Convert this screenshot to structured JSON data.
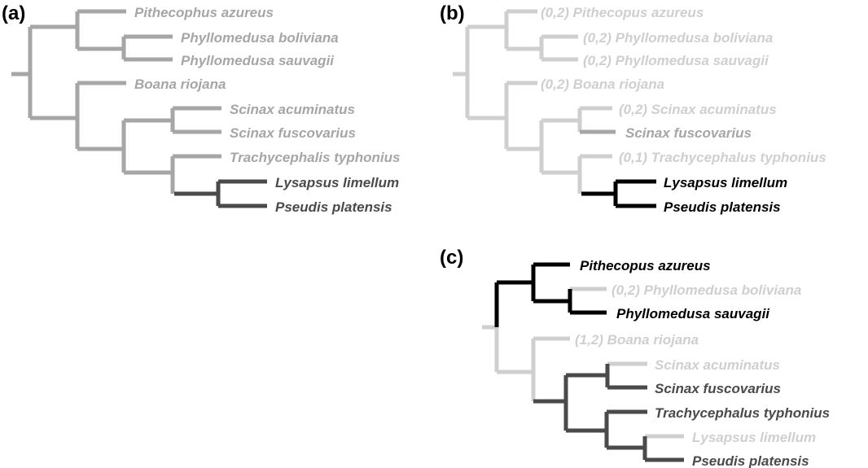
{
  "colors": {
    "mid_gray": "#a6a6a6",
    "light_gray": "#cfcfcf",
    "dark_gray": "#4a4a4a",
    "black": "#000000"
  },
  "panels": [
    {
      "label": "(a)",
      "tips": [
        {
          "text": "Pithecophus azureus",
          "tone": "mid"
        },
        {
          "text": "Phyllomedusa boliviana",
          "tone": "mid"
        },
        {
          "text": "Phyllomedusa sauvagii",
          "tone": "mid"
        },
        {
          "text": "Boana riojana",
          "tone": "mid"
        },
        {
          "text": "Scinax acuminatus",
          "tone": "mid"
        },
        {
          "text": "Scinax fuscovarius",
          "tone": "mid"
        },
        {
          "text": "Trachycephalis typhonius",
          "tone": "mid"
        },
        {
          "text": "Lysapsus limellum",
          "tone": "dark"
        },
        {
          "text": "Pseudis platensis",
          "tone": "dark"
        }
      ]
    },
    {
      "label": "(b)",
      "tips": [
        {
          "text": "(0,2) Pithecopus azureus",
          "tone": "light"
        },
        {
          "text": "(0,2) Phyllomedusa boliviana",
          "tone": "light"
        },
        {
          "text": "(0,2) Phyllomedusa sauvagii",
          "tone": "light"
        },
        {
          "text": "(0,2) Boana riojana",
          "tone": "light"
        },
        {
          "text": "(0,2) Scinax acuminatus",
          "tone": "light"
        },
        {
          "text": "Scinax fuscovarius",
          "tone": "mid"
        },
        {
          "text": "(0,1) Trachycephalus typhonius",
          "tone": "light"
        },
        {
          "text": "Lysapsus limellum",
          "tone": "black"
        },
        {
          "text": "Pseudis platensis",
          "tone": "black"
        }
      ]
    },
    {
      "label": "(c)",
      "tips": [
        {
          "text": "Pithecopus azureus",
          "tone": "black"
        },
        {
          "text": "(0,2) Phyllomedusa boliviana",
          "tone": "light"
        },
        {
          "text": "Phyllomedusa sauvagii",
          "tone": "black"
        },
        {
          "text": "(1,2) Boana riojana",
          "tone": "light"
        },
        {
          "text": "Scinax acuminatus",
          "tone": "light"
        },
        {
          "text": "Scinax fuscovarius",
          "tone": "dark"
        },
        {
          "text": "Trachycephalus typhonius",
          "tone": "dark"
        },
        {
          "text": "Lysapsus limellum",
          "tone": "light"
        },
        {
          "text": "Pseudis platensis",
          "tone": "dark"
        }
      ]
    }
  ]
}
